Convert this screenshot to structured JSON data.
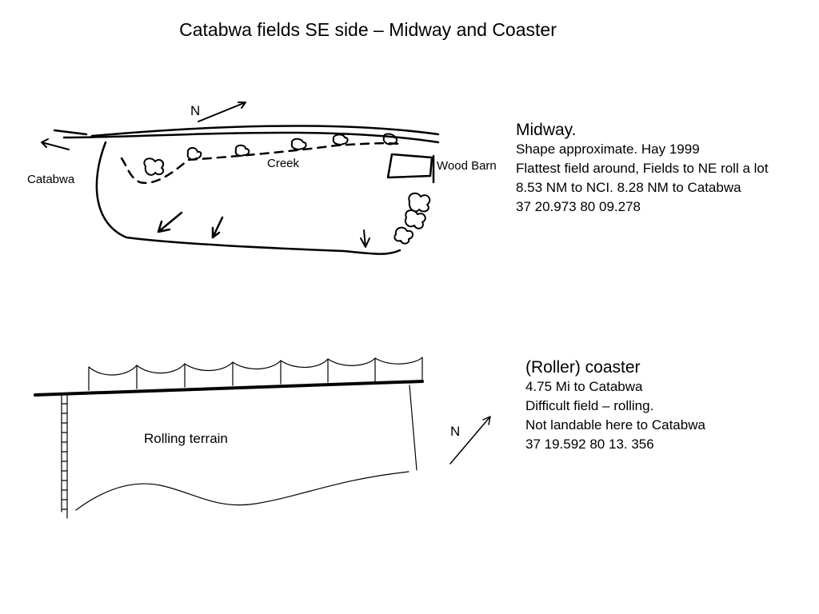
{
  "title": "Catabwa fields SE side – Midway and Coaster",
  "midway": {
    "heading": "Midway.",
    "lines": [
      "Shape approximate. Hay 1999",
      "Flattest field around, Fields to NE roll a lot",
      "8.53 NM to NCI. 8.28 NM to Catabwa",
      "37 20.973  80 09.278"
    ],
    "labels": {
      "north": "N",
      "catabwa": "Catabwa",
      "creek": "Creek",
      "wood_barn": "Wood Barn"
    }
  },
  "coaster": {
    "heading": "(Roller) coaster",
    "lines": [
      "4.75 Mi to Catabwa",
      "Difficult field – rolling.",
      "Not landable here to Catabwa",
      "37 19.592  80 13. 356"
    ],
    "labels": {
      "north": "N",
      "rolling": "Rolling terrain"
    }
  }
}
